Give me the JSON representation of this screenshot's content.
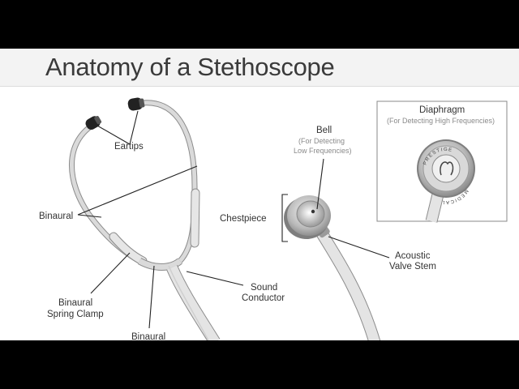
{
  "title": "Anatomy of a Stethoscope",
  "labels": {
    "eartips": "Eartips",
    "binaural_upper": "Binaural",
    "binaural_spring_clamp_line1": "Binaural",
    "binaural_spring_clamp_line2": "Spring Clamp",
    "binaural_lower": "Binaural",
    "sound_conductor_line1": "Sound",
    "sound_conductor_line2": "Conductor",
    "chestpiece": "Chestpiece",
    "bell": "Bell",
    "bell_note_line1": "(For Detecting",
    "bell_note_line2": "Low Frequencies)",
    "acoustic_valve_stem_line1": "Acoustic",
    "acoustic_valve_stem_line2": "Valve Stem",
    "diaphragm": "Diaphragm",
    "diaphragm_note": "(For Detecting High Frequencies)"
  },
  "diaphragm_logo": {
    "ring_text_top": "PRESTIGE",
    "ring_text_bottom": "MEDICAL"
  },
  "colors": {
    "tube": "#dadada",
    "tube_edge": "#8c8c8c",
    "eartip": "#222222",
    "leader": "#222222",
    "note_text": "#8a8a8a"
  }
}
